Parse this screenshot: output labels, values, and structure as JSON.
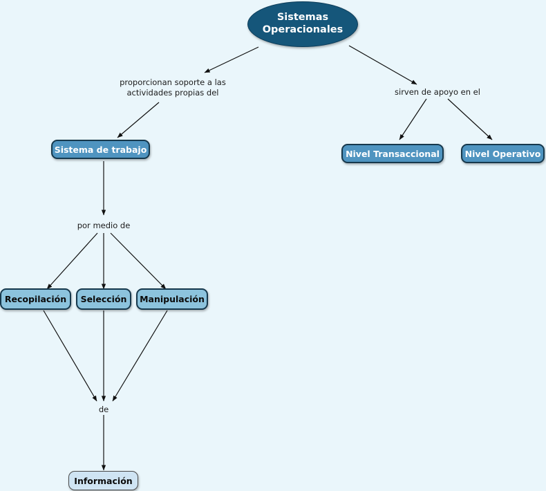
{
  "diagram": {
    "title": "Sistemas Operacionales",
    "background_color": "#eaf6fb",
    "colors": {
      "root_fill": "#15567a",
      "mid_fill": "#4f94c0",
      "light_fill": "#8cc3dd",
      "pale_fill": "#cfe4f3",
      "border": "#16384c",
      "edge": "#1a1a1a"
    },
    "nodes": {
      "root": "Sistemas Operacionales",
      "root_line1": "Sistemas",
      "root_line2": "Operacionales",
      "sistema_trabajo": "Sistema de trabajo",
      "nivel_transaccional": "Nivel Transaccional",
      "nivel_operativo": "Nivel Operativo",
      "recopilacion": "Recopilación",
      "seleccion": "Selección",
      "manipulacion": "Manipulación",
      "informacion": "Información"
    },
    "link_labels": {
      "proporcionan": "proporcionan soporte a las\nactividades propias del",
      "sirven": "sirven de apoyo en el",
      "por_medio_de": "por medio de",
      "de": "de"
    }
  }
}
